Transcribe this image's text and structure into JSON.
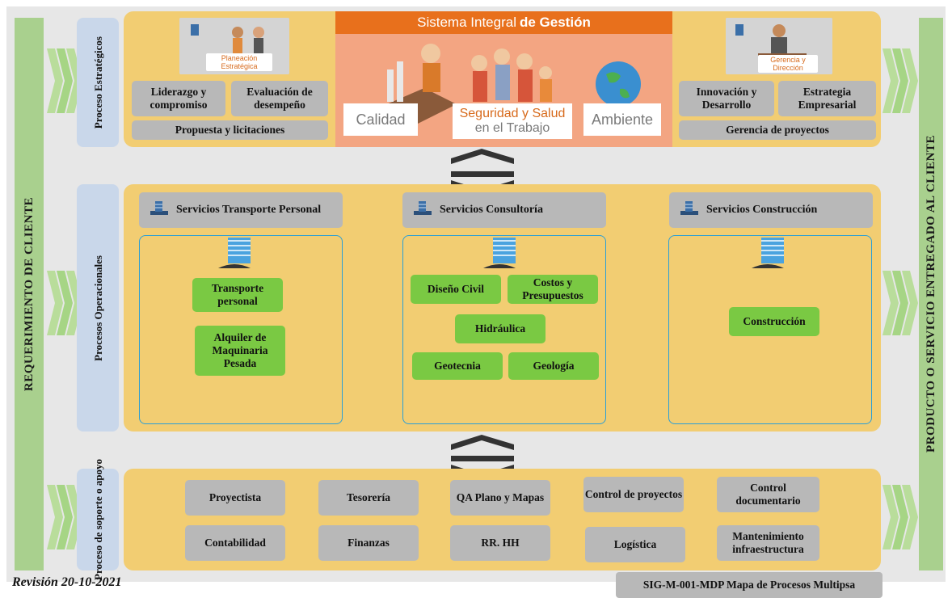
{
  "sidebars": {
    "left": "REQUERIMIENTO DE CLIENTE",
    "right": "PRODUCTO O SERVICIO ENTREGADO AL CLIENTE"
  },
  "rows": {
    "strategic": {
      "label": "Proceso Estratégicos",
      "left_boxes": [
        "Liderazgo y compromiso",
        "Evaluación de desempeño"
      ],
      "left_wide": "Propuesta y licitaciones",
      "right_boxes": [
        "Innovación y Desarrollo",
        "Estrategia Empresarial"
      ],
      "right_wide": "Gerencia de proyectos",
      "left_thumb_caption": "Planeación Estratégica",
      "right_thumb_caption": "Gerencia y Dirección"
    },
    "operational": {
      "label": "Procesos Operacionales",
      "columns": [
        {
          "header": "Servicios Transporte Personal",
          "items": [
            "Transporte personal",
            "Alquiler de Maquinaria Pesada"
          ]
        },
        {
          "header": "Servicios Consultoría",
          "items": [
            "Diseño Civil",
            "Costos y Presupuestos",
            "Hidráulica",
            "Geotecnia",
            "Geología"
          ]
        },
        {
          "header": "Servicios Construcción",
          "items": [
            "Construcción"
          ]
        }
      ]
    },
    "support": {
      "label": "Proceso de soporte o apoyo",
      "items": [
        "Proyectista",
        "Tesorería",
        "QA Plano y Mapas",
        "Control de proyectos",
        "Control documentario",
        "Contabilidad",
        "Finanzas",
        "RR. HH",
        "Logística",
        "Mantenimiento infraestructura"
      ]
    }
  },
  "sig": {
    "title_a": "Sistema Integral",
    "title_b": "de Gestión",
    "labels": [
      "Calidad",
      "Seguridad y Salud en el Trabajo",
      "Ambiente"
    ],
    "label_middle_line1": "Seguridad y Salud",
    "label_middle_line2": "en el Trabajo"
  },
  "footer": {
    "revision": "Revisión 20-10-2021",
    "code": "SIG-M-001-MDP Mapa de Procesos Multipsa"
  },
  "colors": {
    "band": "#f2cd72",
    "green": "#7ac943",
    "gray": "#b8b8b8",
    "sidebar": "#a9d08e",
    "label": "#c9d7ea",
    "accent": "#e8701c"
  }
}
